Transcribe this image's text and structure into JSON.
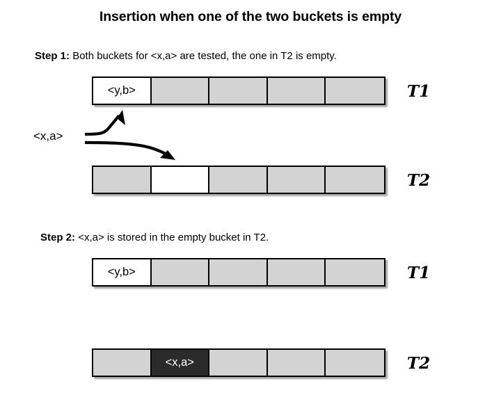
{
  "title": "Insertion when one of the two buckets is empty",
  "steps": [
    {
      "label": "Step 1:",
      "text": "Both buckets for <x,a> are tested, the one in T2 is empty.",
      "tables": [
        {
          "name": "T1",
          "cells": [
            {
              "value": "<y,b>",
              "state": "occupied-white"
            },
            {
              "value": "",
              "state": "gray"
            },
            {
              "value": "",
              "state": "gray"
            },
            {
              "value": "",
              "state": "gray"
            },
            {
              "value": "",
              "state": "gray"
            }
          ]
        },
        {
          "name": "T2",
          "cells": [
            {
              "value": "",
              "state": "gray"
            },
            {
              "value": "",
              "state": "empty-white"
            },
            {
              "value": "",
              "state": "gray"
            },
            {
              "value": "",
              "state": "gray"
            },
            {
              "value": "",
              "state": "gray"
            }
          ]
        }
      ]
    },
    {
      "label": "Step 2:",
      "text": "<x,a> is stored in the empty bucket in T2.",
      "tables": [
        {
          "name": "T1",
          "cells": [
            {
              "value": "<y,b>",
              "state": "occupied-white"
            },
            {
              "value": "",
              "state": "gray"
            },
            {
              "value": "",
              "state": "gray"
            },
            {
              "value": "",
              "state": "gray"
            },
            {
              "value": "",
              "state": "gray"
            }
          ]
        },
        {
          "name": "T2",
          "cells": [
            {
              "value": "",
              "state": "gray"
            },
            {
              "value": "<x,a>",
              "state": "filled-dark"
            },
            {
              "value": "",
              "state": "gray"
            },
            {
              "value": "",
              "state": "gray"
            },
            {
              "value": "",
              "state": "gray"
            }
          ]
        }
      ]
    }
  ],
  "key_label": "<x,a>",
  "colors": {
    "bucket_gray": "#d3d3d3",
    "bucket_empty": "#ffffff",
    "bucket_filled": "#2b2b2b",
    "border": "#000000",
    "text": "#000000",
    "filled_text": "#ffffff",
    "background": "#ffffff"
  },
  "arrows": [
    {
      "name": "arrow-to-t1",
      "from": "key-label",
      "to": "t1-bucket-1"
    },
    {
      "name": "arrow-to-t2",
      "from": "key-label",
      "to": "t2-bucket-2"
    }
  ]
}
